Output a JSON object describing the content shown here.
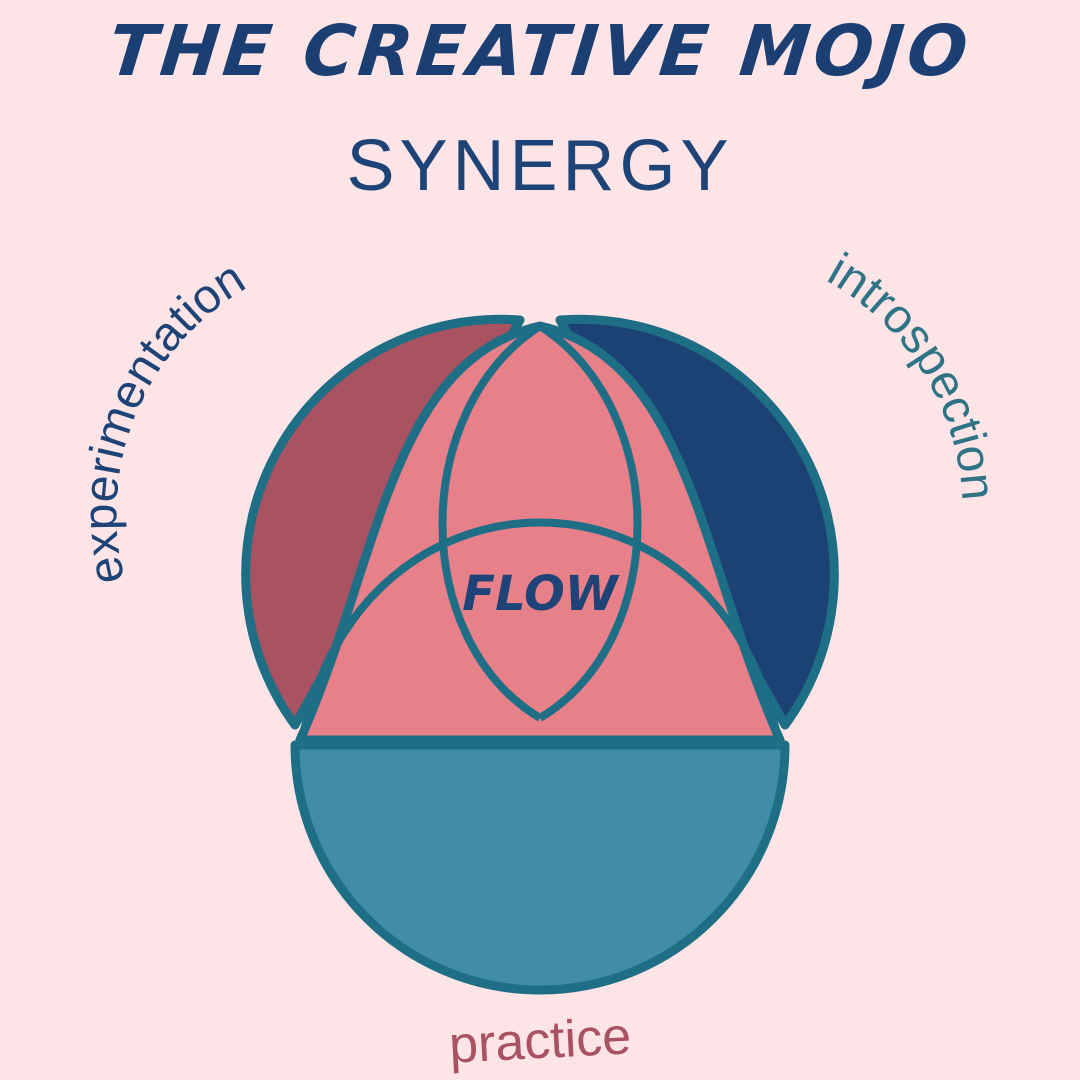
{
  "header": {
    "title": "THE CREATIVE MOJO",
    "subtitle": "SYNERGY"
  },
  "diagram": {
    "center_label": "FLOW",
    "circles": [
      {
        "label": "experimentation",
        "fill": "#A85262",
        "label_color": "#1E4477"
      },
      {
        "label": "introspection",
        "fill": "#1B4273",
        "label_color": "#2E7486"
      },
      {
        "label": "practice",
        "fill": "#418DA5",
        "label_color": "#A85262"
      }
    ],
    "overlap_fill": "#E8808A",
    "stroke_color": "#1E6E86",
    "background": "#FDE4E6"
  }
}
